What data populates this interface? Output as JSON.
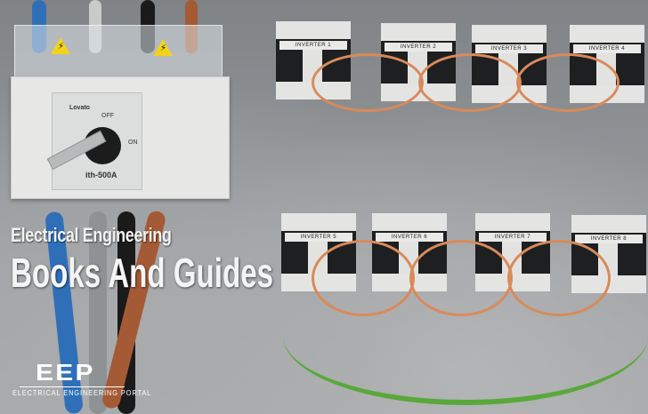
{
  "image": {
    "description": "Photo of an electrical panel with a Lovato rotary switch-disconnector on the left and eight labeled contactors on the right, overlaid with promotional text",
    "colors": {
      "panel_background": "#9a9da0",
      "overlay_text": "#f4f4f4",
      "warning_label": "#f2d21b",
      "wire_orange": "#d98a5a",
      "wire_earth_green": "#59a83a",
      "cable_blue": "#2f6fb8",
      "cable_brown": "#a55a36"
    }
  },
  "overlay": {
    "title_line1": "Electrical Engineering",
    "title_line2": "Books And Guides"
  },
  "logo": {
    "mark": "EEP",
    "subtitle": "ELECTRICAL ENGINEERING PORTAL"
  },
  "switch": {
    "brand": "Lovato",
    "model": "ith-500A",
    "off_label": "OFF",
    "on_label": "ON",
    "warning_icon": "high-voltage-warning-icon"
  },
  "contactors": [
    {
      "label": "INVERTER 1"
    },
    {
      "label": "INVERTER 2"
    },
    {
      "label": "INVERTER 3"
    },
    {
      "label": "INVERTER 4"
    },
    {
      "label": "INVERTER 5"
    },
    {
      "label": "INVERTER 6"
    },
    {
      "label": "INVERTER 7"
    },
    {
      "label": "INVERTER 8"
    }
  ]
}
